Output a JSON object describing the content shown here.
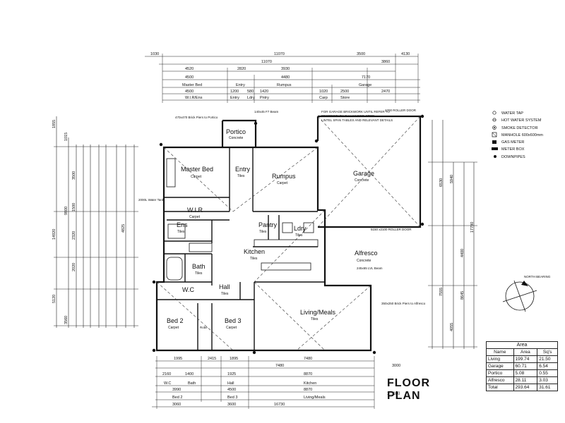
{
  "title": "FLOOR PLAN",
  "scale": "1 : 100",
  "rooms": {
    "master_bed": {
      "name": "Master Bed",
      "finish": "Carpet"
    },
    "entry": {
      "name": "Entry",
      "finish": "Tiles"
    },
    "rumpus": {
      "name": "Rumpus",
      "finish": "Carpet"
    },
    "garage": {
      "name": "Garage",
      "finish": "Concrete"
    },
    "portico": {
      "name": "Portico",
      "finish": "Concrete"
    },
    "wir": {
      "name": "W.I.R",
      "finish": "Carpet"
    },
    "ens": {
      "name": "Ens",
      "finish": "Tiles"
    },
    "try": {
      "name": "Pantry",
      "finish": "Tiles"
    },
    "ldry": {
      "name": "Ldry",
      "finish": "Tiles"
    },
    "kitchen": {
      "name": "Kitchen",
      "finish": "Tiles"
    },
    "alfresco": {
      "name": "Alfresco",
      "finish": "Concrete"
    },
    "bath": {
      "name": "Bath",
      "finish": "Tiles"
    },
    "wc": {
      "name": "W.C",
      "finish": ""
    },
    "hall": {
      "name": "Hall",
      "finish": "Tiles"
    },
    "living_meals": {
      "name": "Living/Meals",
      "finish": "Tiles"
    },
    "bed2": {
      "name": "Bed 2",
      "finish": "Carpet"
    },
    "bed3": {
      "name": "Bed 3",
      "finish": "Carpet"
    },
    "robe": {
      "name": "Robe",
      "finish": ""
    }
  },
  "notes": {
    "garage_note": [
      "FOR GARAGE BRICKWORK UNTIL REFER TO",
      "PROPRIETARY GALVANISED STEEL",
      "LINTEL SPAN TABLES AND RELEVANT DETAILS"
    ],
    "beam": "140x45 F7 Beam",
    "piers": "470x470 Brick Piers to Portico",
    "alfresco_beam": "245x65 LVL Beam",
    "alfresco_piers": "350x250 Brick Piers to Alfresco",
    "roller_door_top": "2700 ROLLER DOOR",
    "roller_door_front": "5150 x2100 ROLLER DOOR",
    "water_tank": "2000L Water Tank"
  },
  "top_dims": {
    "row1": [
      "1030",
      "11070",
      "3500",
      "4130"
    ],
    "row2": [
      "11070",
      "3860"
    ],
    "row3": [
      "4520",
      "2820",
      "3930"
    ],
    "row4": [
      "4500",
      "4480",
      "7170"
    ],
    "row5": [
      "Master Bed",
      "Entry",
      "Rumpus",
      "Garage"
    ],
    "row6": [
      "4500",
      "1200",
      "580",
      "1420",
      "1020",
      "2500",
      "2470"
    ],
    "row7": [
      "W.I.R/Ens",
      "Entry",
      "Ldry",
      "Pntry",
      "Carp",
      "Store"
    ]
  },
  "bottom_dims": {
    "row1": [
      "1995",
      "2415",
      "1895",
      "7480"
    ],
    "row2": [
      "7480"
    ],
    "row3": [
      "2160",
      "1400",
      "1925",
      "8870"
    ],
    "row4": [
      "W.C",
      "Bath",
      "Hall",
      "Kitchen"
    ],
    "row5": [
      "3990",
      "4500",
      "8870"
    ],
    "row6": [
      "Bed 2",
      "Bed 3",
      "Living/Meals"
    ],
    "row7": [
      "3060",
      "3600",
      "16730"
    ],
    "side": "3000"
  },
  "left_dims": [
    "1855",
    "1015",
    "3500",
    "9800",
    "14920",
    "5120",
    "1500",
    "2320",
    "4825",
    "2020",
    "3560"
  ],
  "right_dims": [
    "6530",
    "5940",
    "17780",
    "4400",
    "7555",
    "4055",
    "8645"
  ],
  "legend": {
    "items": [
      {
        "icon": "water-tap",
        "label": "WATER TAP"
      },
      {
        "icon": "hot-water",
        "label": "HOT WATER SYSTEM"
      },
      {
        "icon": "smoke",
        "label": "SMOKE DETECTOR"
      },
      {
        "icon": "manhole",
        "label": "MANHOLE 600x600mm"
      },
      {
        "icon": "gas",
        "label": "GAS METER"
      },
      {
        "icon": "meter-box",
        "label": "METER BOX"
      },
      {
        "icon": "downpipe",
        "label": "DOWNPIPES"
      }
    ]
  },
  "area_table": {
    "caption": "Area",
    "headers": [
      "Name",
      "Area",
      "Sq's"
    ],
    "rows": [
      [
        "Living",
        "199.74",
        "21.50"
      ],
      [
        "Garage",
        "60.71",
        "6.54"
      ],
      [
        "Portico",
        "5.08",
        "0.55"
      ],
      [
        "Alfresco",
        "28.11",
        "3.03"
      ],
      [
        "Total",
        "293.64",
        "31.61"
      ]
    ]
  },
  "compass": {
    "label": "NORTH BEARING"
  }
}
